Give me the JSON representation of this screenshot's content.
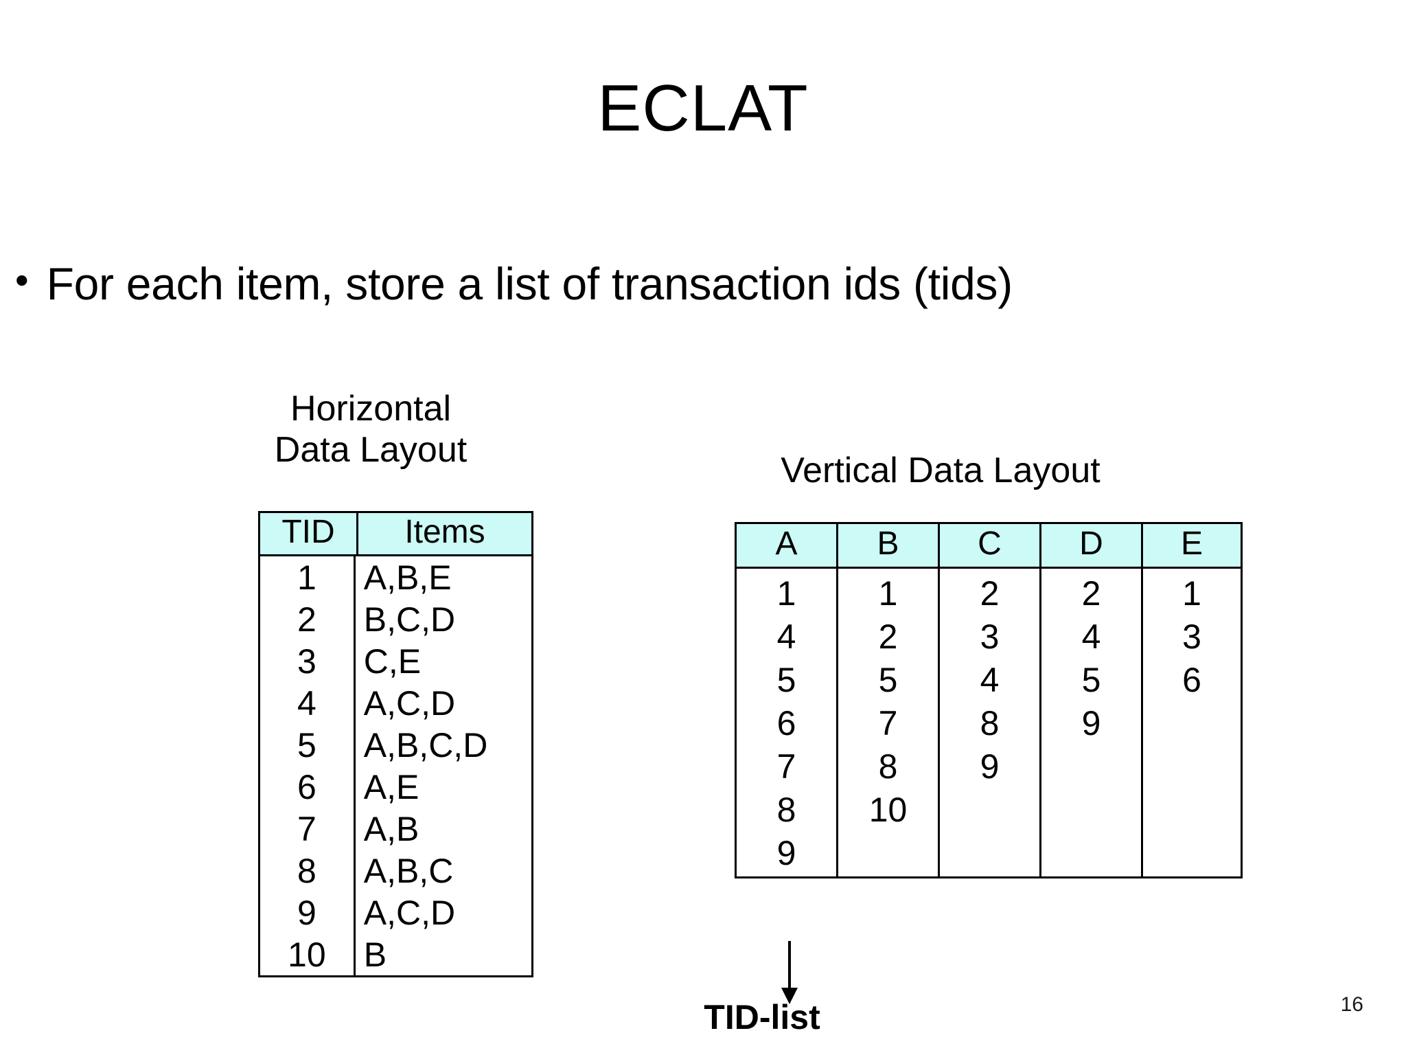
{
  "slide": {
    "title": "ECLAT",
    "page_number": "16",
    "bullet_marker": "•",
    "bullet_text": "For each item, store a list of transaction ids (tids)"
  },
  "horizontal_layout": {
    "caption": "Horizontal\nData Layout",
    "columns": [
      "TID",
      "Items"
    ],
    "rows": [
      {
        "tid": "1",
        "items": "A,B,E"
      },
      {
        "tid": "2",
        "items": "B,C,D"
      },
      {
        "tid": "3",
        "items": "C,E"
      },
      {
        "tid": "4",
        "items": "A,C,D"
      },
      {
        "tid": "5",
        "items": "A,B,C,D"
      },
      {
        "tid": "6",
        "items": "A,E"
      },
      {
        "tid": "7",
        "items": "A,B"
      },
      {
        "tid": "8",
        "items": "A,B,C"
      },
      {
        "tid": "9",
        "items": "A,C,D"
      },
      {
        "tid": "10",
        "items": "B"
      }
    ]
  },
  "vertical_layout": {
    "caption": "Vertical Data Layout",
    "columns": [
      {
        "header": "A",
        "tids": [
          "1",
          "4",
          "5",
          "6",
          "7",
          "8",
          "9"
        ]
      },
      {
        "header": "B",
        "tids": [
          "1",
          "2",
          "5",
          "7",
          "8",
          "10"
        ]
      },
      {
        "header": "C",
        "tids": [
          "2",
          "3",
          "4",
          "8",
          "9"
        ]
      },
      {
        "header": "D",
        "tids": [
          "2",
          "4",
          "5",
          "9"
        ]
      },
      {
        "header": "E",
        "tids": [
          "1",
          "3",
          "6"
        ]
      }
    ],
    "annotation": "TID-list"
  },
  "colors": {
    "header_fill": "#ccfaf6",
    "border": "#000000",
    "text": "#000000",
    "background": "#ffffff"
  }
}
